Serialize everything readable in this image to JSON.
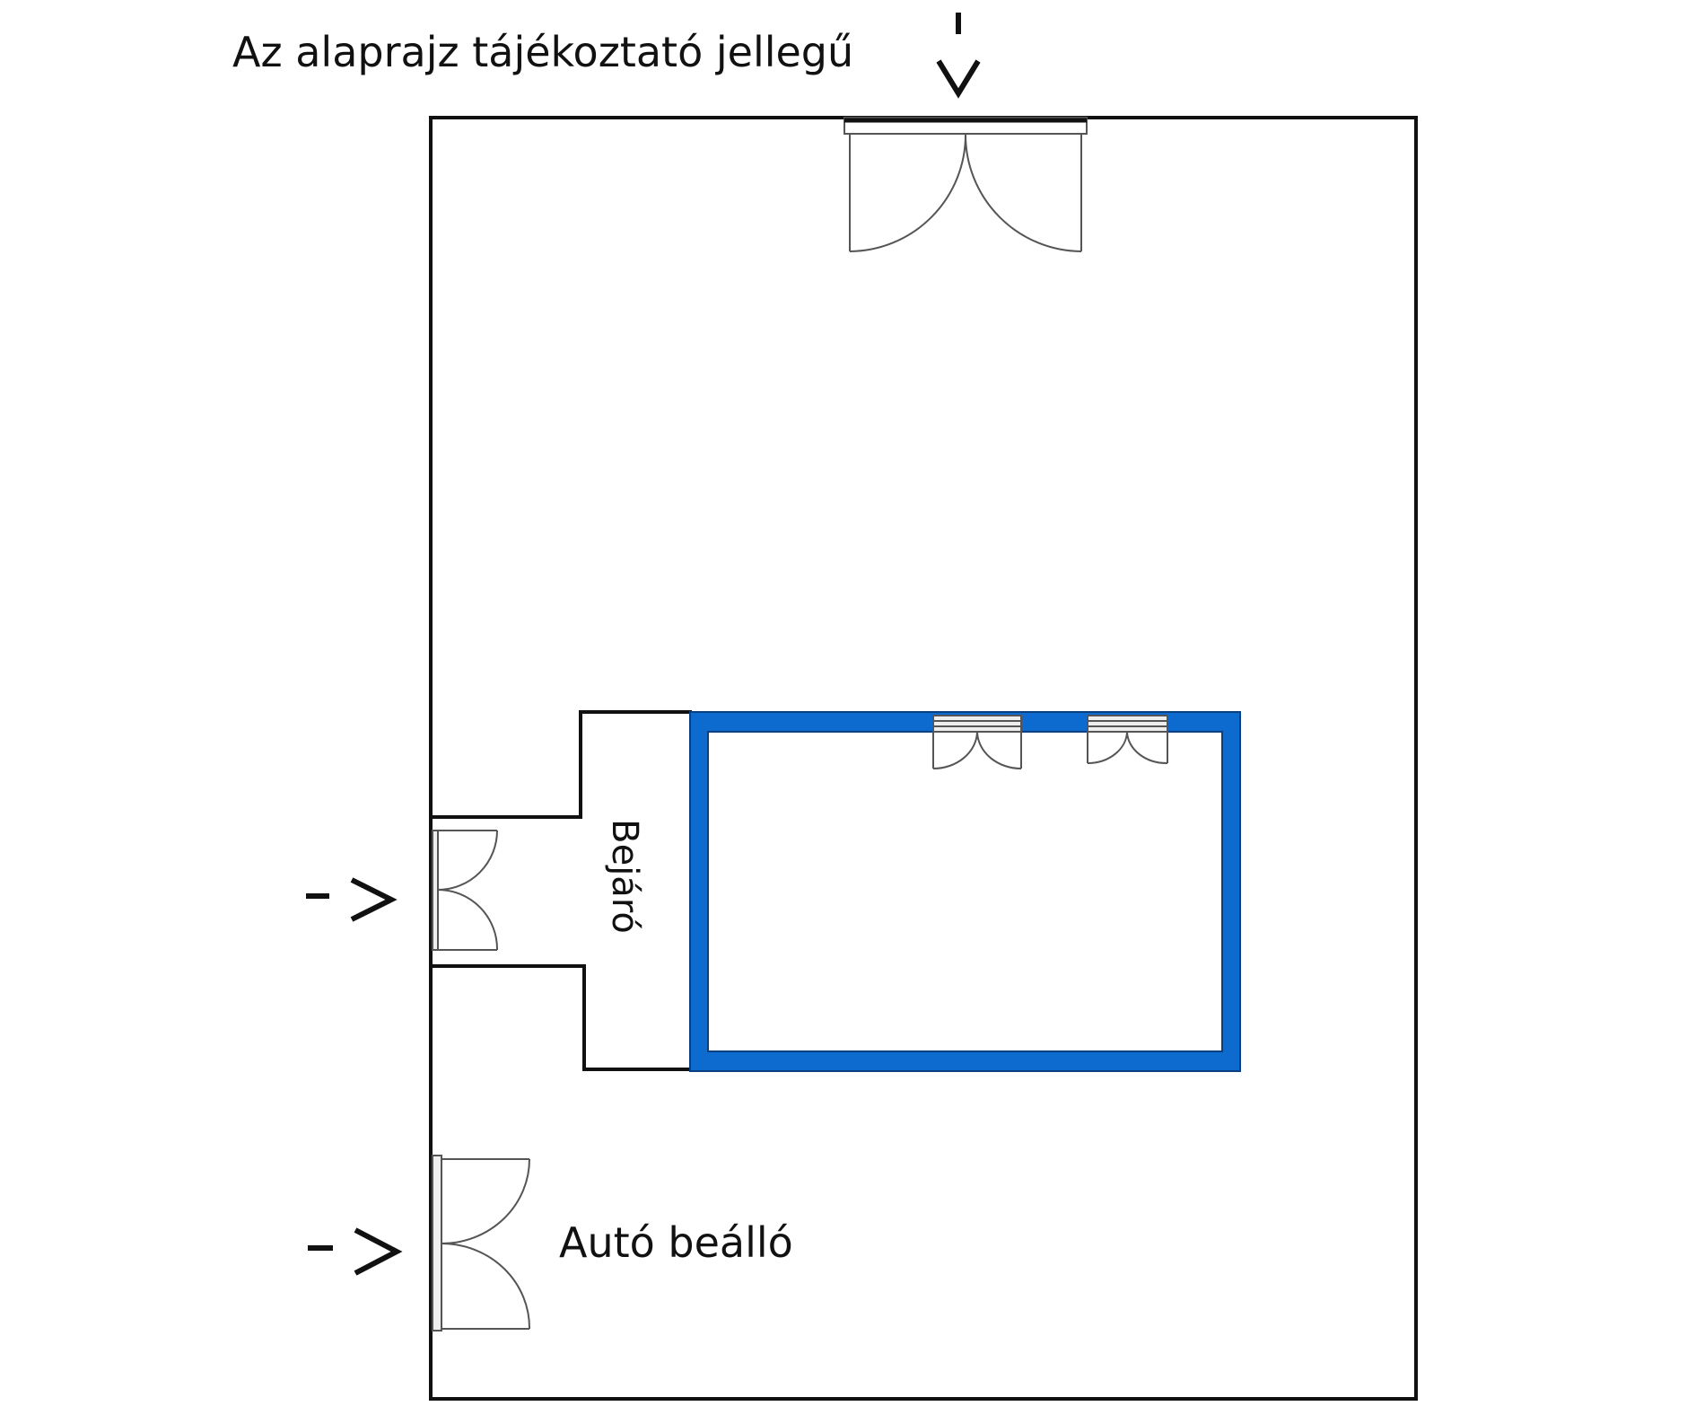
{
  "title": "Az alaprajz tájékoztató jellegű",
  "labels": {
    "entrance": "Bejáró",
    "carport": "Autó beálló"
  },
  "arrows": {
    "left": "- >"
  },
  "colors": {
    "wall": "#111111",
    "highlight_room": "#0d6bd0",
    "door": "#555555"
  }
}
